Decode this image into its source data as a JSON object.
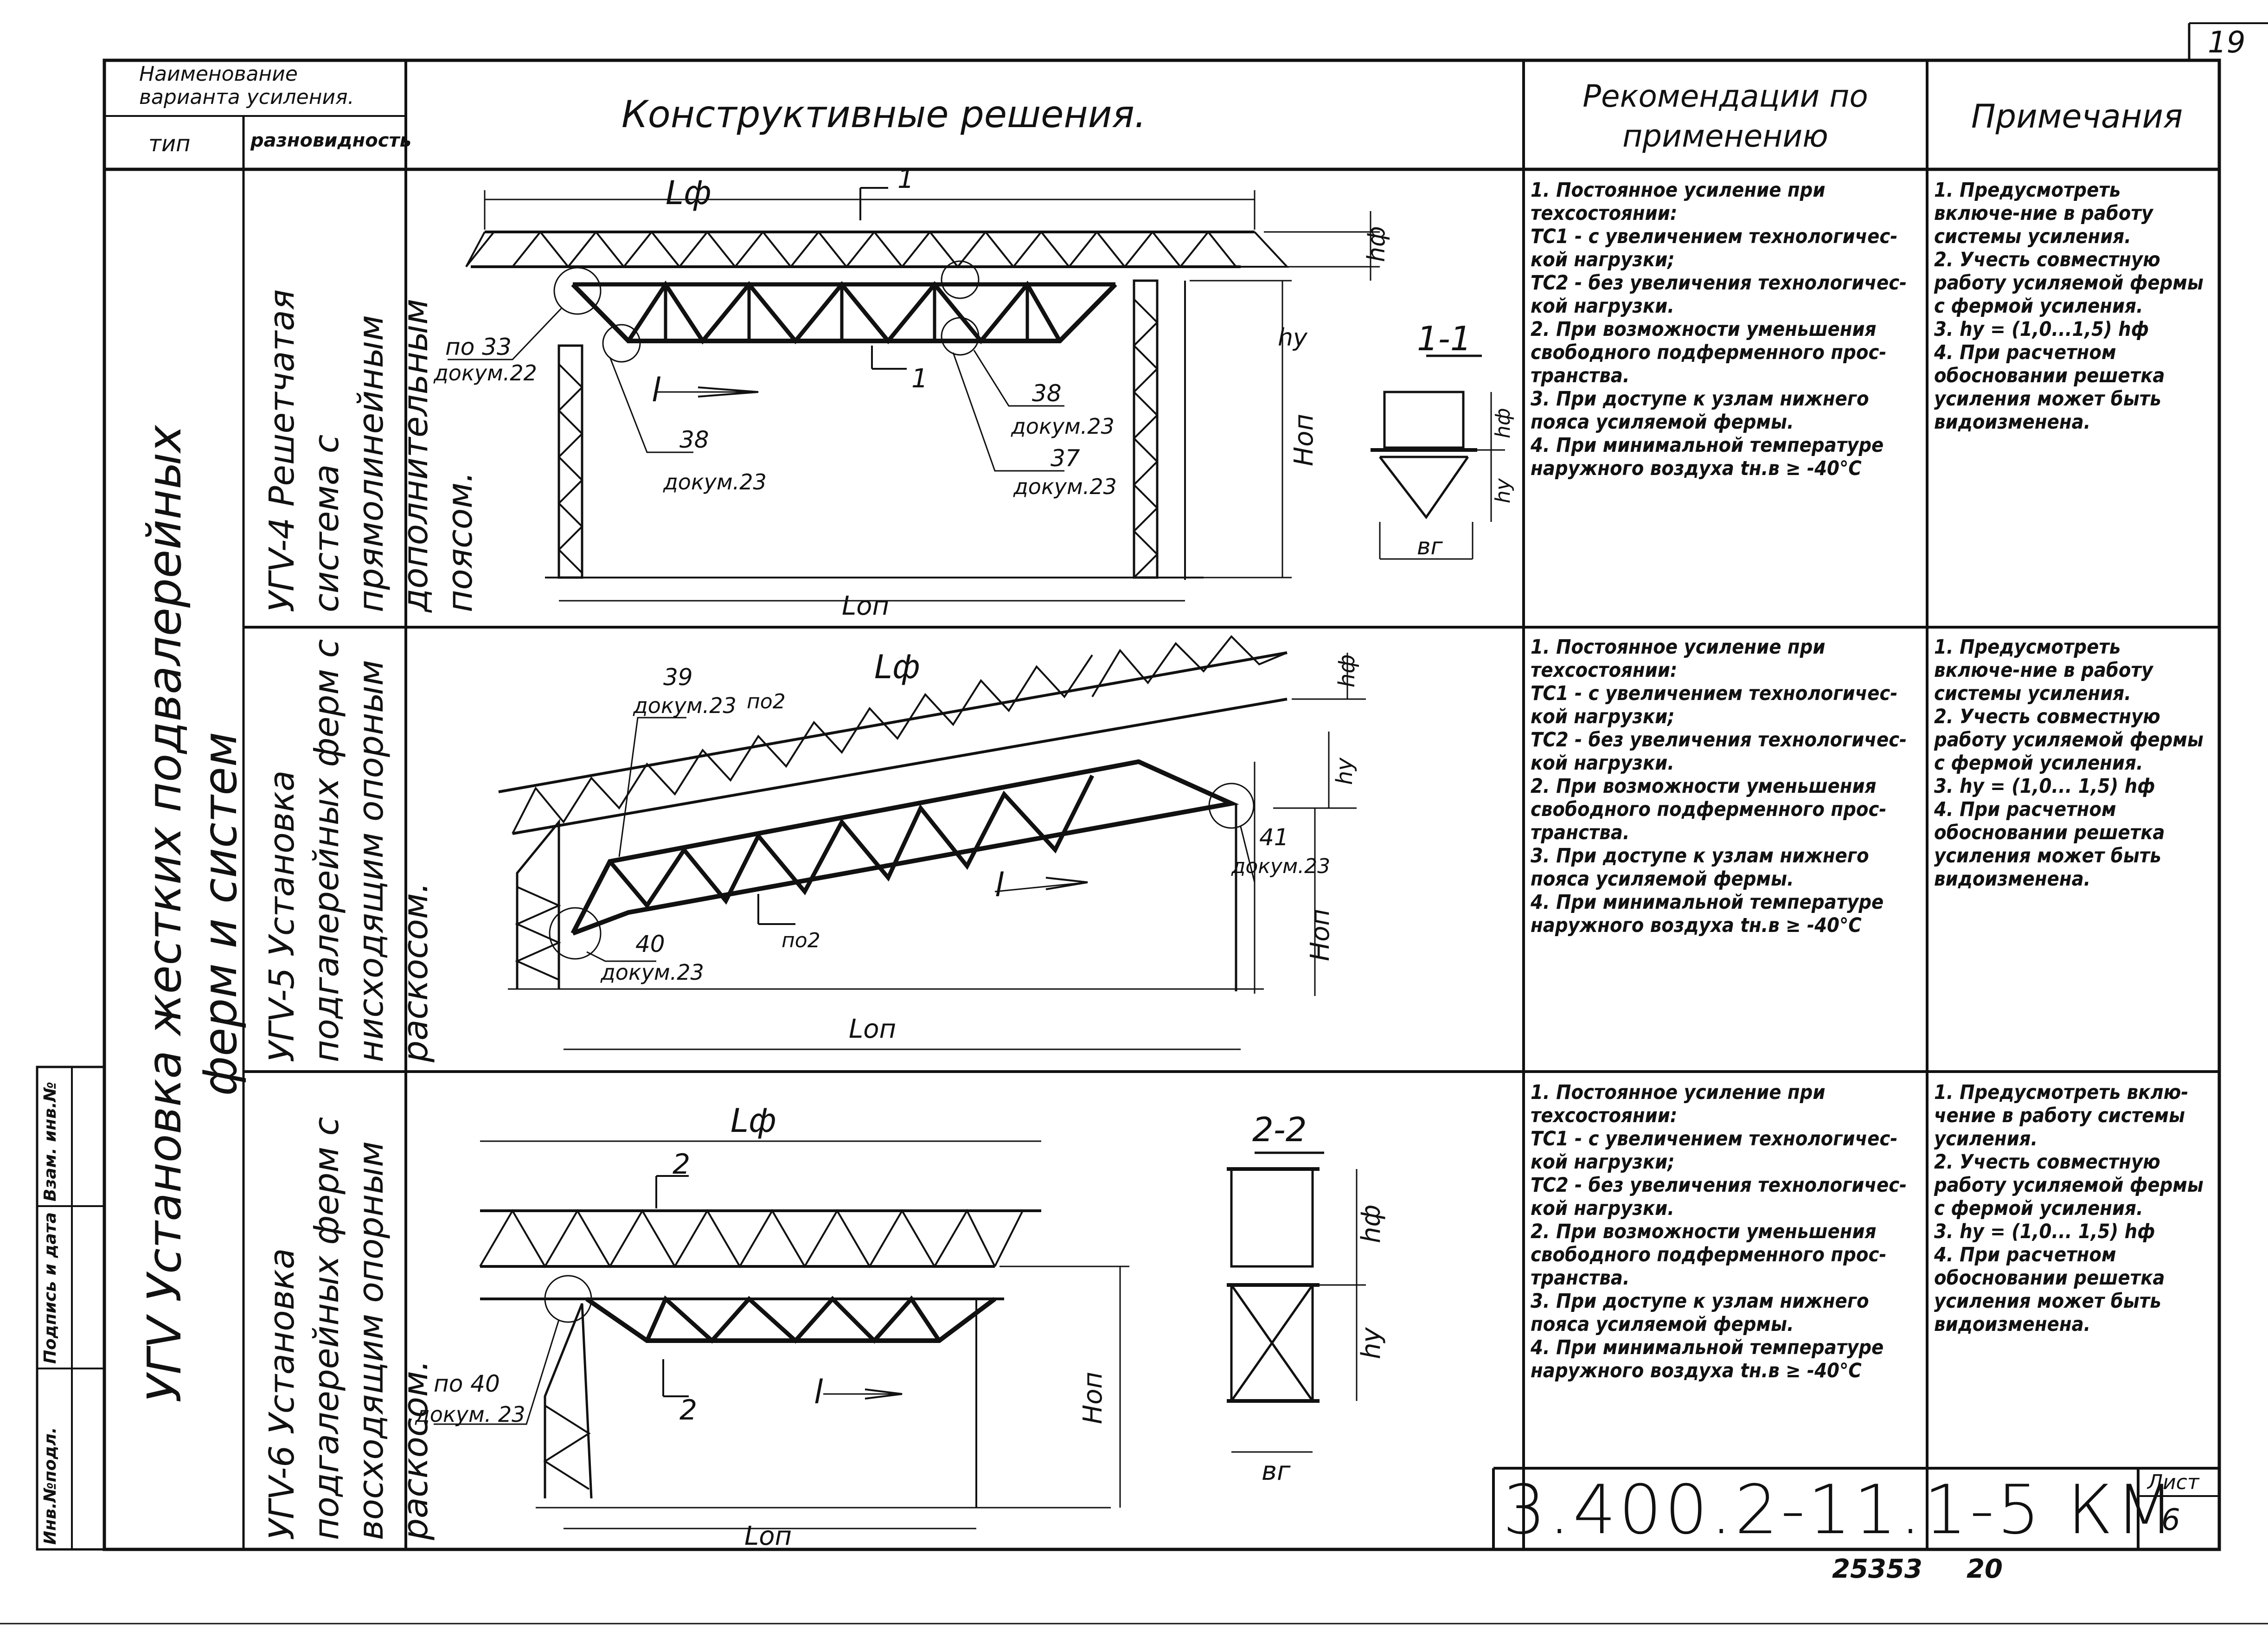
{
  "sheet_number": "19",
  "header": {
    "variant_name": "Наименование варианта усиления.",
    "type": "тип",
    "subtype": "разновидность",
    "constructive": "Конструктивные решения.",
    "recommendations": "Рекомендации по применению",
    "notes": "Примечания"
  },
  "type_label": "УГV Установка жестких подвалерейных ферм и систем",
  "rows": [
    {
      "subtype": "УГV-4 Решетчатая система с прямолинейным дополнительным поясом.",
      "drawing_labels": {
        "lf": "Lф",
        "section": "1",
        "section_title": "1-1",
        "lop": "Lоп",
        "hop": "Hоп",
        "hf": "hф",
        "hu": "hу",
        "bg": "вг",
        "alpha": "l",
        "ref_a": "по 33",
        "ref_a_doc": "докум.22",
        "ref_b": "38",
        "ref_b_doc": "докум.23",
        "ref_c": "38",
        "ref_c_doc": "докум.23",
        "ref_d": "37",
        "ref_d_doc": "докум.23"
      },
      "recommendations": "1. Постоянное усиление при техсостоянии:\nТС1 - с увеличением технологичес-кой нагрузки;\nТС2 - без увеличения технологичес-кой нагрузки.\n2. При возможности уменьшения свободного подферменного прос-транства.\n3. При доступе к узлам нижнего пояса усиляемой фермы.\n4. При минимальной температуре наружного воздуха tн.в ≥ -40°С",
      "notes": "1. Предусмотреть включе-ние в работу системы усиления.\n2. Учесть совместную работу усиляемой фермы с фермой усиления.\n3. hу = (1,0...1,5) hф\n4. При расчетном обосновании решетка усиления может быть видоизменена."
    },
    {
      "subtype": "УГV-5 Установка подгалерейных ферм с нисходящим опорным раскосом.",
      "drawing_labels": {
        "lf": "Lф",
        "lop": "Lоп",
        "hop": "Hоп",
        "hf": "hф",
        "hu": "hу",
        "alpha": "l",
        "ref_a": "39",
        "ref_a_doc": "докум.23",
        "ref_by": "по2",
        "ref_b": "41",
        "ref_b_doc": "докум.23",
        "ref_c": "40",
        "ref_c_doc": "докум.23",
        "section": "по2"
      },
      "recommendations": "1. Постоянное усиление при техсостоянии:\nТС1 - с увеличением технологичес-кой нагрузки;\nТС2 - без увеличения технологичес-кой нагрузки.\n2. При возможности уменьшения свободного подферменного прос-транства.\n3. При доступе к узлам нижнего пояса усиляемой фермы.\n4. При минимальной температуре наружного воздуха tн.в ≥ -40°С",
      "notes": "1. Предусмотреть включе-ние в работу системы усиления.\n2. Учесть совместную работу усиляемой фермы с фермой усиления.\n3. hу = (1,0... 1,5) hф\n4. При расчетном обосновании решетка усиления может быть видоизменена."
    },
    {
      "subtype": "УГV-6 Установка подгалерейных ферм с восходящим опорным раскосом.",
      "drawing_labels": {
        "lf": "Lф",
        "section": "2",
        "section_title": "2-2",
        "lop": "Lоп",
        "hop": "Hоп",
        "hf": "hф",
        "hu": "hу",
        "bg": "вг",
        "alpha": "l",
        "ref_a": "по 40",
        "ref_a_doc": "докум. 23"
      },
      "recommendations": "1. Постоянное усиление при техсостоянии:\nТС1 - с увеличением технологичес-кой нагрузки;\nТС2 - без увеличения технологичес-кой нагрузки.\n2. При возможности уменьшения свободного подферменного прос-транства.\n3. При доступе к узлам нижнего пояса усиляемой фермы.\n4. При минимальной температуре наружного воздуха tн.в ≥ -40°С",
      "notes": "1. Предусмотреть вклю-чение в работу системы усиления.\n2. Учесть совместную работу усиляемой фермы с фермой усиления.\n3. hу = (1,0... 1,5) hф\n4. При расчетном обосновании решетка усиления может быть видоизменена."
    }
  ],
  "side_stamp": {
    "inv_orig": "Инв.№подл.",
    "sign_date": "Подпись и дата",
    "instead_inv": "Взам. инв.№"
  },
  "title_block": {
    "code": "3.400.2-11.1-5 КМ",
    "sheet_label": "Лист",
    "sheet": "6"
  },
  "footer": {
    "archive_no": "25353",
    "page": "20"
  }
}
